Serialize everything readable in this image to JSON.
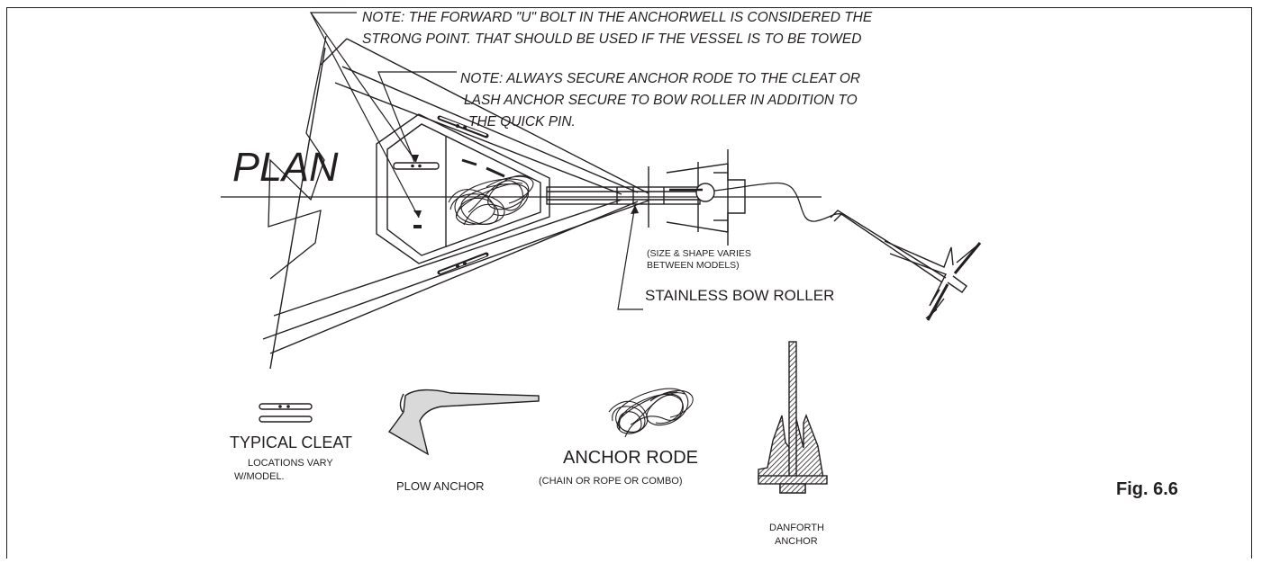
{
  "notes": {
    "towing_line1": "NOTE: THE FORWARD \"U\" BOLT IN THE ANCHORWELL IS CONSIDERED THE",
    "towing_line2": "STRONG POINT. THAT SHOULD BE USED IF THE VESSEL IS TO BE TOWED",
    "anchor_line1": "NOTE: ALWAYS SECURE ANCHOR RODE TO THE CLEAT OR",
    "anchor_line2": "LASH ANCHOR SECURE TO BOW ROLLER IN ADDITION TO",
    "anchor_line3": "THE QUICK PIN."
  },
  "view_label": "PLAN",
  "bow_roller": {
    "note_line1": "(SIZE & SHAPE VARIES",
    "note_line2": "BETWEEN MODELS)",
    "label": "STAINLESS BOW ROLLER"
  },
  "legend": {
    "cleat_label": "TYPICAL CLEAT",
    "cleat_note_line1": "LOCATIONS VARY",
    "cleat_note_line2": "W/MODEL.",
    "plow_label": "PLOW ANCHOR",
    "rode_label": "ANCHOR RODE",
    "rode_note": "(CHAIN OR ROPE OR COMBO)",
    "danforth_line1": "DANFORTH",
    "danforth_line2": "ANCHOR"
  },
  "figure_label": "Fig. 6.6",
  "colors": {
    "ink": "#231f20",
    "fill_gray": "#d9d9d9"
  }
}
